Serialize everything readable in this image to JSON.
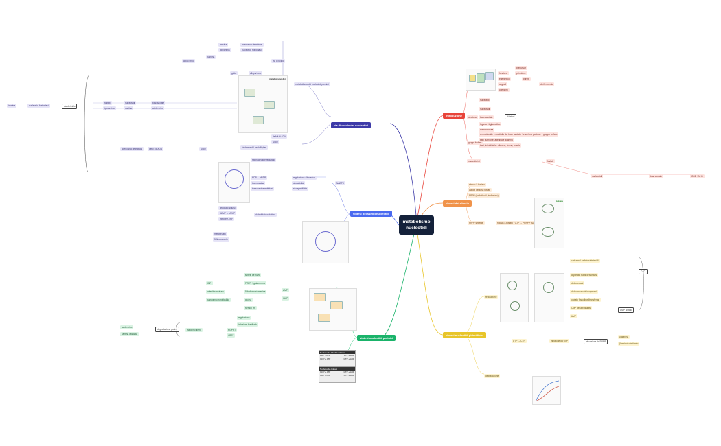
{
  "center": {
    "title": "metabolismo nucleotidi"
  },
  "branches": {
    "introduzione": {
      "label": "introduzione",
      "color": "#e8443a"
    },
    "sintesi_ribosio": {
      "label": "sintesi del ribosio",
      "color": "#f0934a"
    },
    "sintesi_pirimidine": {
      "label": "sintesi nucleotidi pirimidinici",
      "color": "#e8c52a"
    },
    "sintesi_purine": {
      "label": "sintesi nucleotidi purinici",
      "color": "#1ab36a"
    },
    "sintesi_deossi": {
      "label": "sintesi deossiribonucleotidi",
      "color": "#4a6af0"
    },
    "ciclo": {
      "label": "via di riciclo dei nucleotidi",
      "color": "#3d3aa8"
    }
  },
  "intro": {
    "funzione": "funzione",
    "nodes": [
      "di riferimento",
      "energetico",
      "segnali",
      "coenzimi",
      "precursori",
      "pirimidine",
      "purine",
      "nucleotidi",
      "nucleosidi",
      "di fattori"
    ],
    "struttura": "struttura",
    "s1": "un nucleotide è costituito da: base azotata + zucchero pentoso + gruppo fosfato",
    "s2": "base azotata",
    "s3": "legame N-glicosidico",
    "s4": "nomenclatura",
    "s5": "gruppi fosfato",
    "s6": "basi puriniche: adenina e guanina",
    "s7": "basi pirimidiniche: citosina, timina, uracile",
    "chain": [
      "nucleotidi di",
      "fosfati",
      "nucleosidi",
      "basi azotate",
      "CO2 + NH3"
    ]
  },
  "ribosio": {
    "n1": "ribosio-5-fosfato",
    "n2": "via dei pentoso fosfati",
    "n3": "PRPP (fosforibosil pirofosfato)",
    "n4": "PRPP sintetasi",
    "n5": "ribosio-5-fosfato + ATP → PRPP + AMP",
    "fig_label": "PRPP"
  },
  "pirimidine": {
    "n1": "carbamoil fosfato sintetasi II",
    "n2": "aspartato transcarbamilasi",
    "n3": "diidroorotasi",
    "n4": "diidroorotato deidrogenasi",
    "n5": "orotato fosforibosiltransferasi",
    "n6": "OMP decarbossilasi",
    "n7": "UMP",
    "n8": "UTP → CTP",
    "n9": "regolazione",
    "n10": "inibizione da UTP",
    "n11": "attivazione da PRPP",
    "n12": "degradazione",
    "n13": "β-alanina",
    "n14": "β-aminoisobutirrato",
    "box": "CAD",
    "box2": "UMP sintasi"
  },
  "purine": {
    "n1": "PRPP + glutammina",
    "n2": "5-fosforibosilammina",
    "n3": "glicina",
    "n4": "formil-THF",
    "n5": "IMP",
    "n6": "AMP",
    "n7": "GMP",
    "n8": "adenilosuccinato",
    "n9": "xantosina monofosfato",
    "n10": "regolazione",
    "n11": "inibizione feedback",
    "n12": "via di recupero",
    "n13": "HGPRT",
    "n14": "APRT",
    "n15": "acido urico",
    "n16": "xantina ossidasi",
    "left1": "sintesi de novo",
    "left2": "degradazione purine",
    "tbl_title1": "Nucleoside difosfato chinasi",
    "tbl_rows1": [
      [
        "ADP + ATP",
        "ATP + ADP"
      ],
      [
        "GDP + ATP",
        "GTP + ADP"
      ]
    ],
    "tbl_title2": "Nucleoside chinasi",
    "tbl_rows2": [
      [
        "GDP + ATP",
        "GTP + ADP"
      ],
      [
        "CDP + ATP",
        "CTP + ADP"
      ]
    ]
  },
  "deossi": {
    "n1": "ribonucleotide reduttasi",
    "n2": "NDP → dNDP",
    "n3": "tioredossina",
    "n4": "tioredossina reduttasi",
    "n5": "NADPH",
    "n6": "regolazione allosterica",
    "n7": "sito attività",
    "n8": "sito specificità",
    "n9": "timidilato sintasi",
    "n10": "dUMP → dTMP",
    "n11": "metilene-THF",
    "n12": "diidrofolato reduttasi",
    "n13": "metotrexato",
    "n14": "5-fluorouracile"
  },
  "ciclo": {
    "n1": "metabolismo dei nucleotidi purinici",
    "n2": "via di riciclo",
    "n3": "adenosina deaminasi",
    "n4": "nucleosidi fosforilasi",
    "n5": "inosina",
    "n6": "ipoxantina",
    "n7": "xantina",
    "n8": "acido urico",
    "n9": "gotta",
    "n10": "allopurinolo",
    "n11": "deficit di ADA",
    "n12": "SCID",
    "n13": "sindrome di Lesch-Nyhan",
    "fig_title": "metabolismo dei"
  }
}
